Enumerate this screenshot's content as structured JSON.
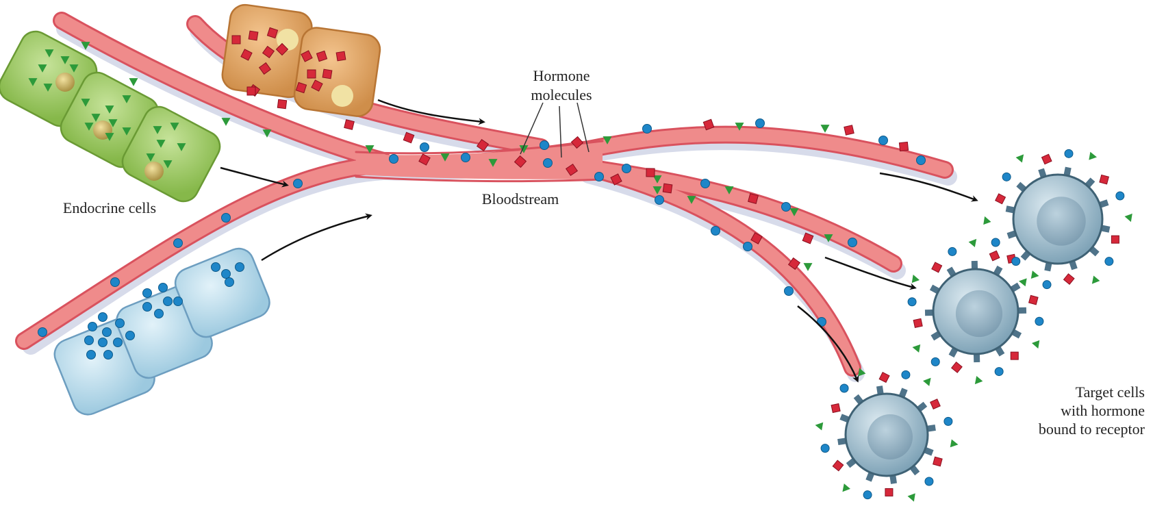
{
  "labels": {
    "hormone_molecules_line1": "Hormone",
    "hormone_molecules_line2": "molecules",
    "bloodstream": "Bloodstream",
    "endocrine_cells": "Endocrine cells",
    "target_cells_line1": "Target cells",
    "target_cells_line2": "with hormone",
    "target_cells_line3": "bound to receptor"
  },
  "colors": {
    "vessel": "#ef8b8b",
    "vessel_edge": "#d9525e",
    "vessel_shadow": "#cfd3e6",
    "hormone_square": "#d6283a",
    "hormone_circle": "#1e86c8",
    "hormone_triangle": "#2c9a3a",
    "green_cells": "#a7cf6a",
    "orange_cells": "#e2a767",
    "blue_cells": "#b8dcec",
    "target_cell": "#8fb4c6"
  },
  "legend_glyphs": [
    "square-hormone",
    "triangle-hormone",
    "circle-hormone"
  ]
}
